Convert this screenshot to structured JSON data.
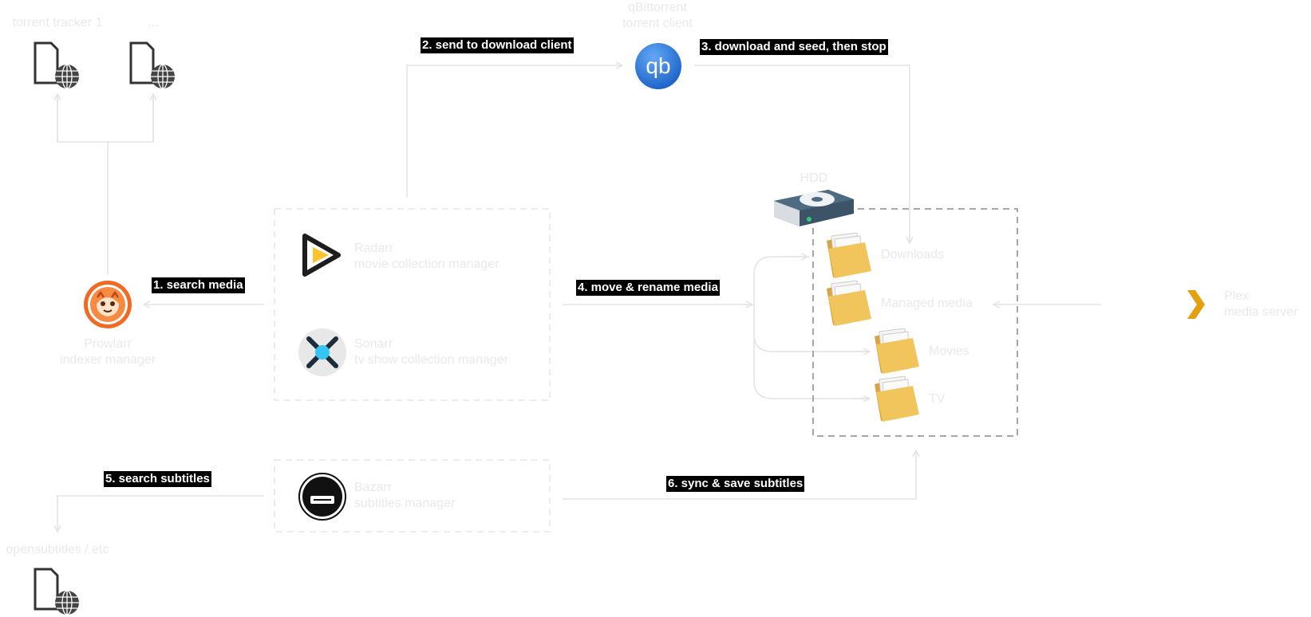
{
  "trackers": {
    "label_1": "torrent tracker 1",
    "label_2": "..."
  },
  "subtitle_source": {
    "label": "opensubtitles / etc"
  },
  "prowlarr": {
    "name": "Prowlarr",
    "desc": "indexer manager"
  },
  "qbittorrent": {
    "name": "qBittorrent",
    "desc": "torrent client",
    "logo_text": "qb"
  },
  "radarr": {
    "name": "Radarr",
    "desc": "movie collection manager"
  },
  "sonarr": {
    "name": "Sonarr",
    "desc": "tv show collection manager"
  },
  "bazarr": {
    "name": "Bazarr",
    "desc": "subtitles manager"
  },
  "hdd": {
    "label": "HDD"
  },
  "folders": [
    "Downloads",
    "Managed media",
    "Movies",
    "TV"
  ],
  "plex": {
    "name": "Plex",
    "desc": "media server"
  },
  "steps": {
    "s1": "1. search media",
    "s2": "2. send to download client",
    "s3": "3. download and seed, then stop",
    "s4": "4. move & rename media",
    "s5": "5. search subtitles",
    "s6": "6. sync & save subtitles"
  },
  "colors": {
    "connector": "#e3e3e3",
    "dashed_group": "#e6e6e6",
    "hdd_box": "#8a8a8a",
    "label_text": "#e9e9e9",
    "step_bg": "#000000",
    "step_text": "#ffffff",
    "qb_blue": "#2f7de1",
    "prowlarr_orange": "#f06a24",
    "sonarr_blue": "#35c5f4",
    "radarr_yellow": "#ffc230",
    "plex_gold": "#e5a00d"
  },
  "icons": [
    "document-globe-icon",
    "prowlarr-logo-icon",
    "qbittorrent-logo-icon",
    "radarr-logo-icon",
    "sonarr-logo-icon",
    "bazarr-logo-icon",
    "hdd-icon",
    "folder-icon",
    "plex-chevron-icon"
  ]
}
